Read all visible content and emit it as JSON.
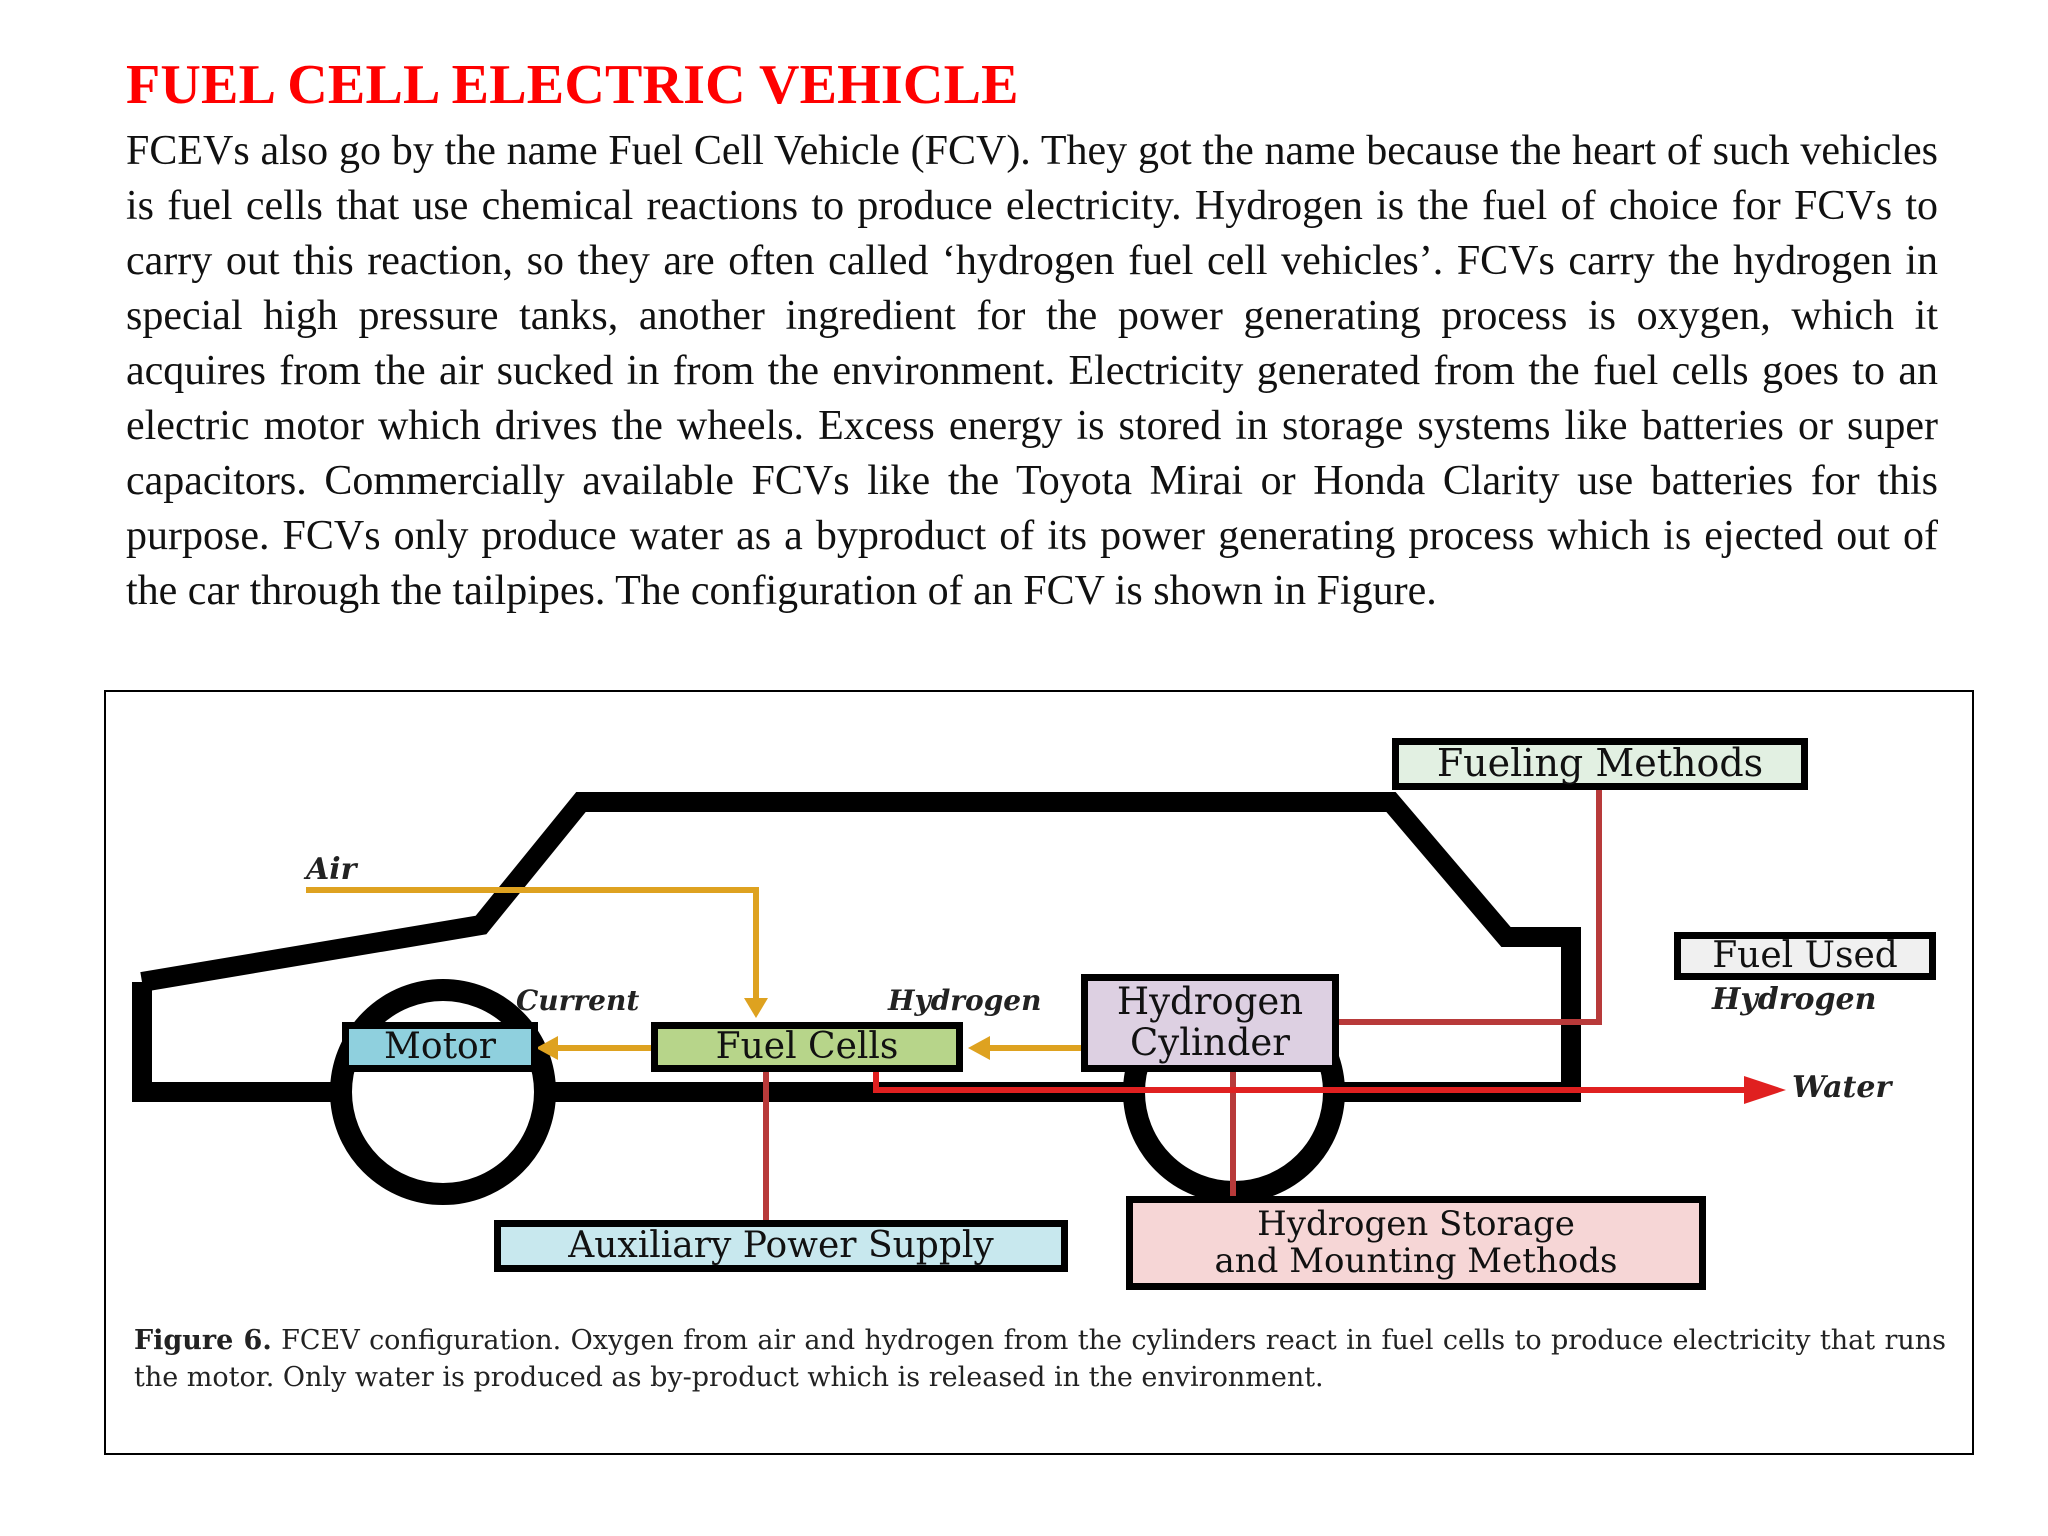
{
  "title": "FUEL CELL ELECTRIC VEHICLE",
  "body": "FCEVs also go by the name Fuel Cell Vehicle (FCV). They got the name because the heart of such vehicles is fuel cells that use chemical reactions to produce electricity. Hydrogen is the fuel of choice for FCVs to carry out this reaction, so they are often called ‘hydrogen fuel cell vehicles’. FCVs carry the hydrogen in special high pressure tanks, another ingredient for the power generating process is oxygen, which it acquires from the air sucked in from the environment. Electricity generated from the fuel cells goes to an electric motor which drives the wheels. Excess energy is stored in storage systems like batteries or super capacitors. Commercially available FCVs like the Toyota Mirai or Honda Clarity use batteries for this purpose. FCVs only produce water as a byproduct of its power generating process which is ejected out of the car through the tailpipes. The configuration of an FCV is shown in Figure.",
  "figure": {
    "boxes": {
      "fueling_methods": "Fueling Methods",
      "fuel_used": "Fuel Used",
      "motor": "Motor",
      "fuel_cells": "Fuel Cells",
      "hydrogen_cylinder_line1": "Hydrogen",
      "hydrogen_cylinder_line2": "Cylinder",
      "auxiliary_power_supply": "Auxiliary Power Supply",
      "hydrogen_storage_line1": "Hydrogen Storage",
      "hydrogen_storage_line2": "and Mounting Methods"
    },
    "labels": {
      "air": "Air",
      "current": "Current",
      "hydrogen_flow": "Hydrogen",
      "fuel_used_value": "Hydrogen",
      "water": "Water"
    },
    "caption": {
      "label": "Figure 6.",
      "text": " FCEV configuration. Oxygen from air and hydrogen from the cylinders react in fuel cells to produce electricity that runs the motor. Only water is produced as by-product which is released in the environment."
    },
    "colors": {
      "air_hydrogen_flow": "#dea220",
      "connector": "#b83a3a",
      "water_flow": "#e02020",
      "motor_fill": "#8fd0de",
      "fuel_cells_fill": "#b7d58a",
      "cylinder_fill": "#ddd0e2",
      "aux_fill": "#c8e8ee",
      "storage_fill": "#f6d6d6",
      "fueling_fill": "#e2f0e2",
      "fuel_used_fill": "#f0f0f0"
    }
  }
}
